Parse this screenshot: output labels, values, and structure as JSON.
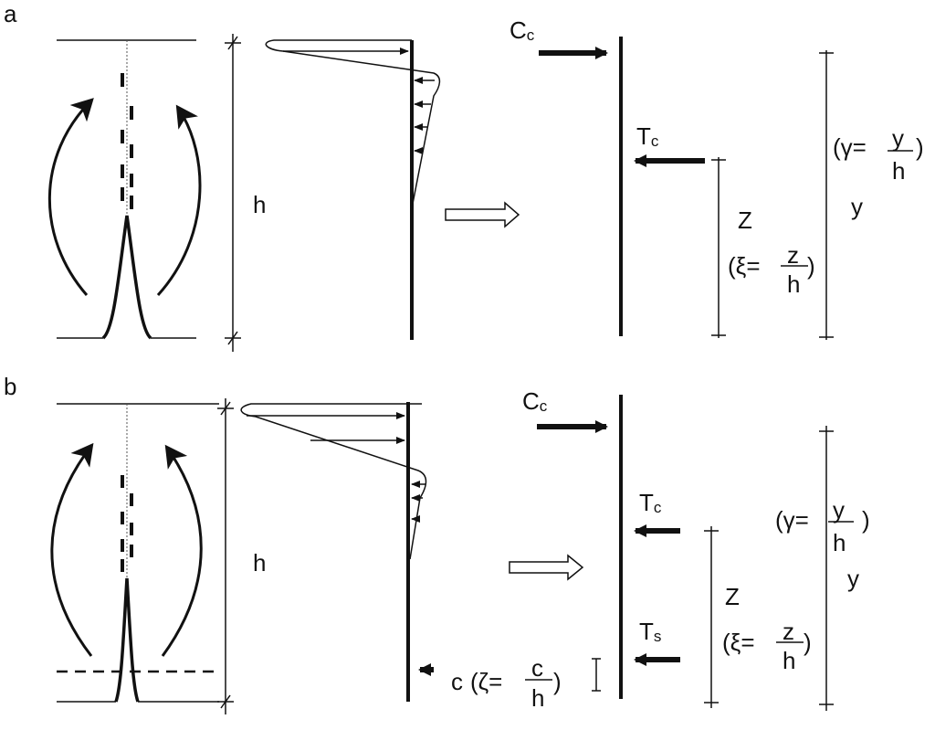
{
  "panels": [
    {
      "label": "a",
      "height_label": "h",
      "compression": {
        "symbol": "C",
        "subscript": "c"
      },
      "tension_concrete": {
        "symbol": "T",
        "subscript": "c"
      },
      "lever_arm": {
        "symbol": "Z",
        "paren_open": "(",
        "ratio_symbol": "ξ",
        "equals": "=",
        "numerator": "z",
        "denominator": "h",
        "paren_close": ")"
      },
      "depth": {
        "symbol": "y",
        "paren_open": "(",
        "ratio_symbol": "γ",
        "equals": "=",
        "numerator": "y",
        "denominator": "h",
        "paren_close": ")"
      }
    },
    {
      "label": "b",
      "height_label": "h",
      "compression": {
        "symbol": "C",
        "subscript": "c"
      },
      "tension_concrete": {
        "symbol": "T",
        "subscript": "c"
      },
      "tension_steel": {
        "symbol": "T",
        "subscript": "s"
      },
      "lever_arm": {
        "symbol": "Z",
        "paren_open": "(",
        "ratio_symbol": "ξ",
        "equals": "=",
        "numerator": "z",
        "denominator": "h",
        "paren_close": ")"
      },
      "depth": {
        "symbol": "y",
        "paren_open": "(",
        "ratio_symbol": "γ",
        "equals": "=",
        "numerator": "y",
        "denominator": "h",
        "paren_close": ")"
      },
      "cover": {
        "symbol": "c",
        "paren_open": "(",
        "ratio_symbol": "ζ",
        "equals": "=",
        "numerator": "c",
        "denominator": "h",
        "paren_close": ")"
      }
    }
  ]
}
